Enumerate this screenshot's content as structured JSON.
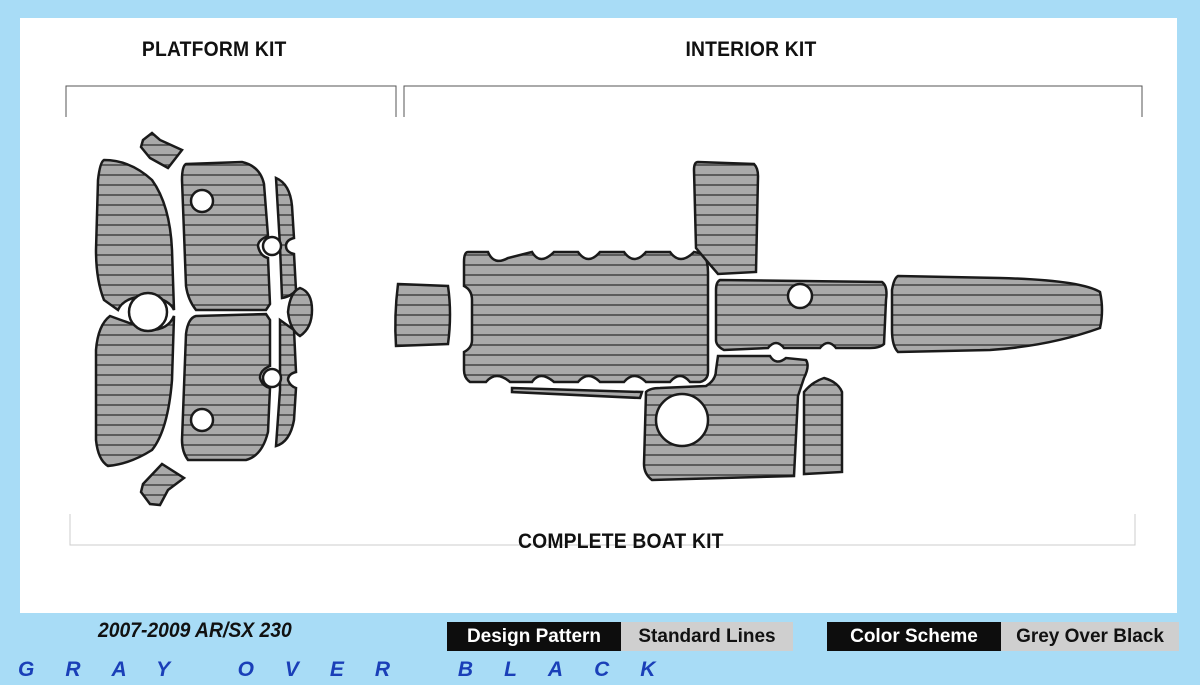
{
  "labels": {
    "platform_kit": "PLATFORM KIT",
    "interior_kit": "INTERIOR KIT",
    "complete_kit": "COMPLETE BOAT KIT"
  },
  "product": {
    "model": "2007-2009 AR/SX 230",
    "tagline": "GRAY OVER BLACK"
  },
  "specs": {
    "design_pattern_label": "Design Pattern",
    "design_pattern_value": "Standard Lines",
    "color_scheme_label": "Color Scheme",
    "color_scheme_value": "Grey Over Black"
  },
  "colors": {
    "background": "#a8dcf6",
    "panel": "#ffffff",
    "pad_fill": "#a9a9a9",
    "pad_outline": "#1a1a1a",
    "groove": "#3a3a3a",
    "tagline": "#1a3fb8"
  }
}
